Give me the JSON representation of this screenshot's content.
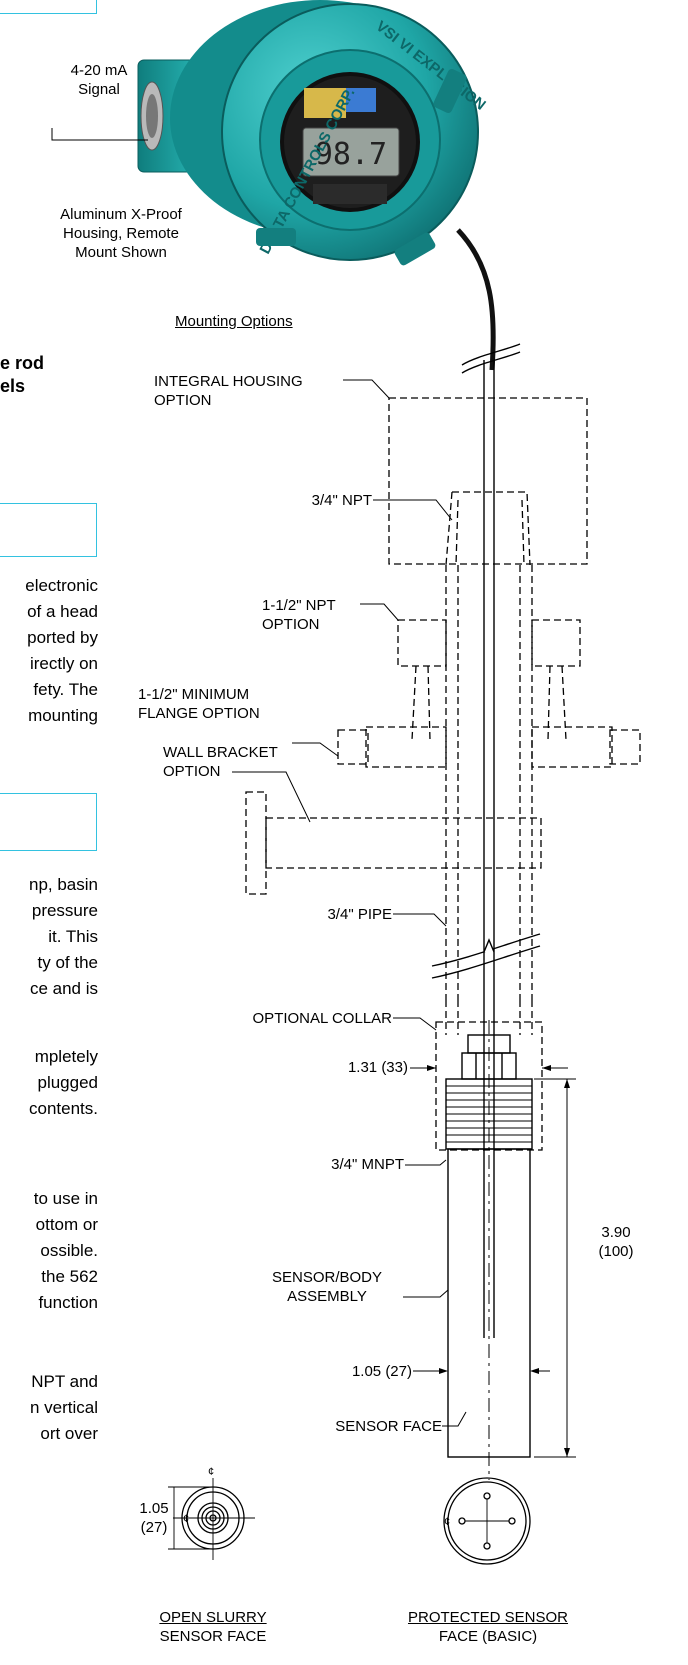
{
  "callouts": {
    "signal": [
      "4-20 mA",
      "Signal"
    ],
    "housing": [
      "Aluminum X-Proof",
      "Housing, Remote",
      "Mount Shown"
    ],
    "mounting_title": "Mounting Options",
    "integral_housing": [
      "INTEGRAL HOUSING",
      "OPTION"
    ],
    "npt_34": "3/4\" NPT",
    "npt_112": [
      "1-1/2\" NPT",
      "OPTION"
    ],
    "flange": [
      "1-1/2\" MINIMUM",
      "FLANGE OPTION"
    ],
    "wall_bracket": [
      "WALL BRACKET",
      "OPTION"
    ],
    "pipe": "3/4\" PIPE",
    "collar": "OPTIONAL COLLAR",
    "dim_131": "1.31 (33)",
    "mnpt": "3/4\" MNPT",
    "dim_390": [
      "3.90",
      "(100)"
    ],
    "sensor_body": [
      "SENSOR/BODY",
      "ASSEMBLY"
    ],
    "dim_105": "1.05 (27)",
    "sensor_face": "SENSOR FACE",
    "dim_105_small": [
      "1.05",
      "(27)"
    ],
    "open_slurry": [
      "OPEN SLURRY",
      "SENSOR FACE"
    ],
    "protected": [
      "PROTECTED SENSOR",
      "FACE (BASIC)"
    ],
    "display_value": "98.7",
    "housing_text_top": "DELTA CONTROLS CORP.",
    "housing_text_right": "VSI VI EXPLOSION"
  },
  "page_fragments": {
    "heading": [
      "e rod",
      "els"
    ],
    "para1": [
      "electronic",
      "of a head",
      "ported by",
      "irectly on",
      "fety. The",
      "mounting"
    ],
    "para2": [
      "np, basin",
      "pressure",
      "it. This",
      "ty of the",
      "ce and is"
    ],
    "para3": [
      "mpletely",
      "plugged",
      "contents."
    ],
    "para4": [
      "to use in",
      "ottom or",
      "ossible.",
      "the 562",
      "function"
    ],
    "para5": [
      "NPT and",
      "n vertical",
      "ort over"
    ]
  },
  "colors": {
    "accent_box": "#33c2e0",
    "housing": "#1fa6a6",
    "housing_dark": "#127878"
  }
}
